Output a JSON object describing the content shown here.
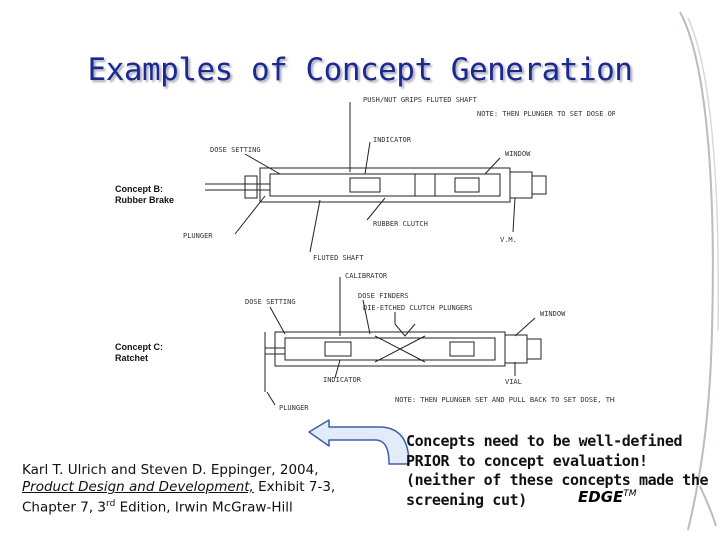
{
  "slide": {
    "title": "Examples of Concept Generation"
  },
  "sketch_top": {
    "label_line1": "Concept B:",
    "label_line2": "Rubber Brake",
    "annotations": [
      "PUSH/NUT GRIPS FLUTED SHAFT",
      "NOTE: THEN PLUNGER TO SET DOSE OR STROKE PLUNGER",
      "DOSE SETTING",
      "INDICATOR",
      "WINDOW",
      "RUBBER CLUTCH",
      "V.M.",
      "PLUNGER",
      "FLUTED SHAFT"
    ]
  },
  "sketch_bottom": {
    "label_line1": "Concept C:",
    "label_line2": "Ratchet",
    "annotations": [
      "CALIBRATOR",
      "DOSE SETTING",
      "DOSE FINDERS",
      "DIE-ETCHED CLUTCH PLUNGERS",
      "WINDOW",
      "INDICATOR",
      "VIAL",
      "PLUNGER",
      "NOTE: THEN PLUNGER SET AND PULL BACK TO SET DOSE, THEN BACK TO ENGAGE CALIBRATOR"
    ]
  },
  "citation": {
    "line1": "Karl T. Ulrich and Steven D. Eppinger, 2004,",
    "book": "Product Design and Development,",
    "line2_rest": " Exhibit 7-3,",
    "line3_pre": "Chapter 7, 3",
    "line3_sup": "rd",
    "line3_post": " Edition, Irwin McGraw-Hill"
  },
  "note": {
    "line1": "Concepts need to be well-defined",
    "line2": "PRIOR to concept evaluation!",
    "line3": "(neither of these concepts made the",
    "line4": "screening cut)"
  },
  "brand": {
    "name": "EDGE",
    "mark": "TM"
  },
  "colors": {
    "title": "#1b2a8f",
    "arrow_fill": "#e2ecf8",
    "arrow_stroke": "#3d5fa8"
  }
}
